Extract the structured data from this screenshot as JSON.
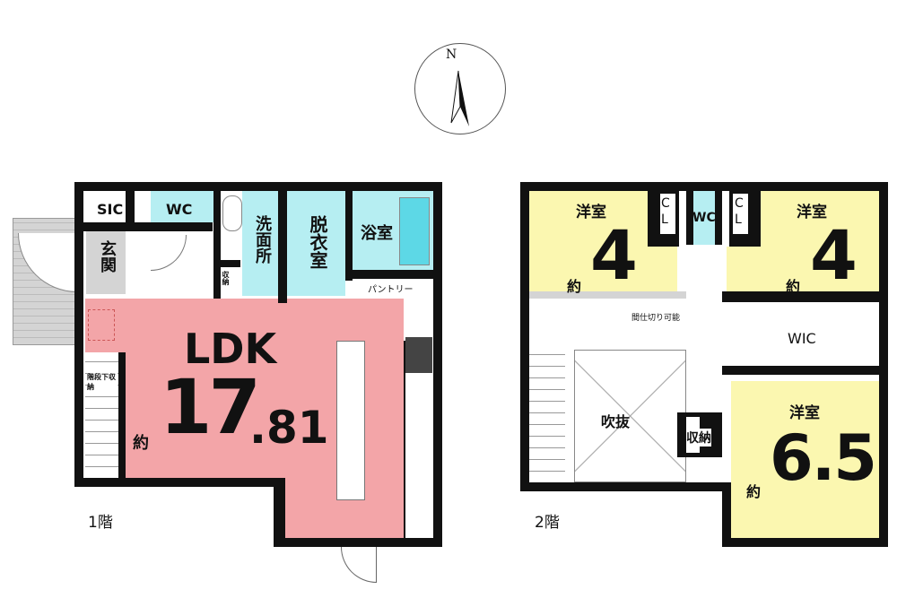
{
  "compass": {
    "north_label": "N"
  },
  "floor1": {
    "label": "1階",
    "rooms": {
      "sic": "SIC",
      "wc": "WC",
      "genkan": "玄関",
      "senmenjo": "洗面所",
      "datsuishitsu": "脱衣室",
      "yokushitsu": "浴室",
      "pantry": "パントリー",
      "shuno": "収納",
      "kaidanshita": "階段下収納",
      "ldk": "LDK",
      "ldk_prefix": "約",
      "ldk_size_int": "17",
      "ldk_size_dec": ".81"
    }
  },
  "floor2": {
    "label": "2階",
    "rooms": {
      "youshitsu_left": "洋室",
      "youshitsu_left_prefix": "約",
      "youshitsu_left_size": "4",
      "cl": "C L",
      "wc": "WC",
      "youshitsu_right": "洋室",
      "youshitsu_right_prefix": "約",
      "youshitsu_right_size": "4",
      "partition_note": "間仕切り可能",
      "wic": "WIC",
      "fukinuke": "吹抜",
      "shuno": "収納",
      "youshitsu_big": "洋室",
      "youshitsu_big_prefix": "約",
      "youshitsu_big_size": "6.5"
    }
  },
  "colors": {
    "ldk": "#f3a5a8",
    "wet": "#b6eef2",
    "bedroom": "#fbf7b0",
    "wall": "#111111"
  }
}
